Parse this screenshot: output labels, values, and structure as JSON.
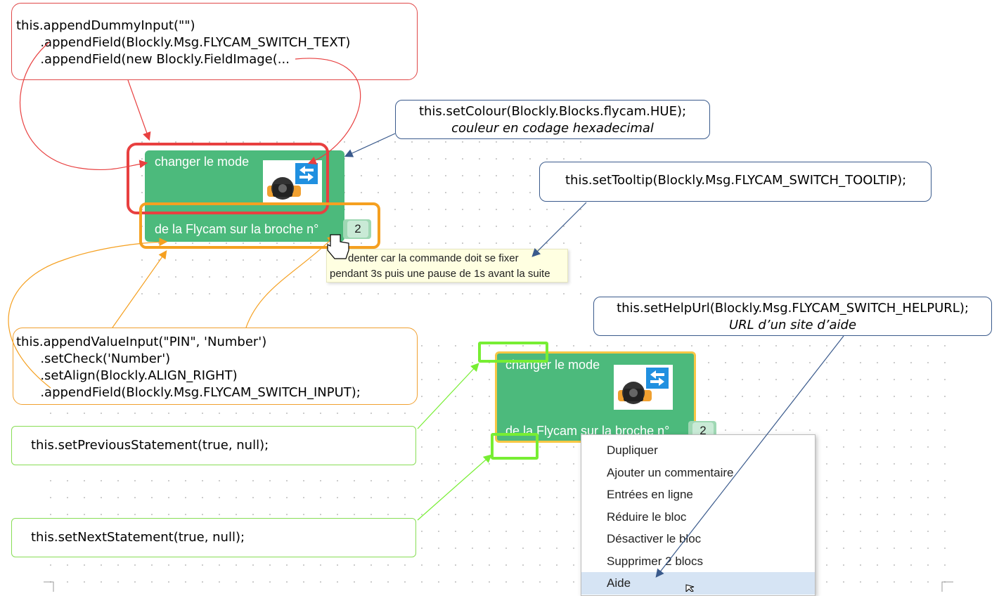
{
  "callouts": {
    "dummy_input": {
      "lines": [
        "this.appendDummyInput(\"\")",
        "      .appendField(Blockly.Msg.FLYCAM_SWITCH_TEXT)",
        "      .appendField(new Blockly.FieldImage(..."
      ]
    },
    "colour": {
      "line1": "this.setColour(Blockly.Blocks.flycam.HUE);",
      "line2": "couleur en codage hexadecimal"
    },
    "tooltip": {
      "line1": "this.setTooltip(Blockly.Msg.FLYCAM_SWITCH_TOOLTIP);"
    },
    "help_url": {
      "line1": "this.setHelpUrl(Blockly.Msg.FLYCAM_SWITCH_HELPURL);",
      "line2": "URL d’un site d’aide"
    },
    "value_input": {
      "lines": [
        "this.appendValueInput(\"PIN\", 'Number')",
        "      .setCheck('Number')",
        "      .setAlign(Blockly.ALIGN_RIGHT)",
        "      .appendField(Blockly.Msg.FLYCAM_SWITCH_INPUT);"
      ]
    },
    "previous_statement": {
      "line1": "this.setPreviousStatement(true, null);"
    },
    "next_statement": {
      "line1": "this.setNextStatement(true, null);"
    }
  },
  "block_top": {
    "label_mode": "changer le mode",
    "label_pin": "de la Flycam sur la broche n°",
    "pin_value": "2",
    "image_icon": "flycam-swap-icon"
  },
  "block_bottom": {
    "label_mode": "changer le mode",
    "label_pin": "de la Flycam sur la broche n°",
    "pin_value": "2"
  },
  "tooltip_box": {
    "line1": "denter car la commande doit se fixer",
    "line2": "pendant 3s puis une pause de 1s avant la suite"
  },
  "context_menu": {
    "items": [
      "Dupliquer",
      "Ajouter un commentaire",
      "Entrées en ligne",
      "Réduire le bloc",
      "Désactiver le bloc",
      "Supprimer 2 blocs",
      "Aide"
    ],
    "selected": "Aide"
  },
  "colors": {
    "block": "#4cba7c",
    "red": "#e84040",
    "orange": "#f5a020",
    "green": "#77ee33",
    "blue": "#3a5a8c"
  }
}
